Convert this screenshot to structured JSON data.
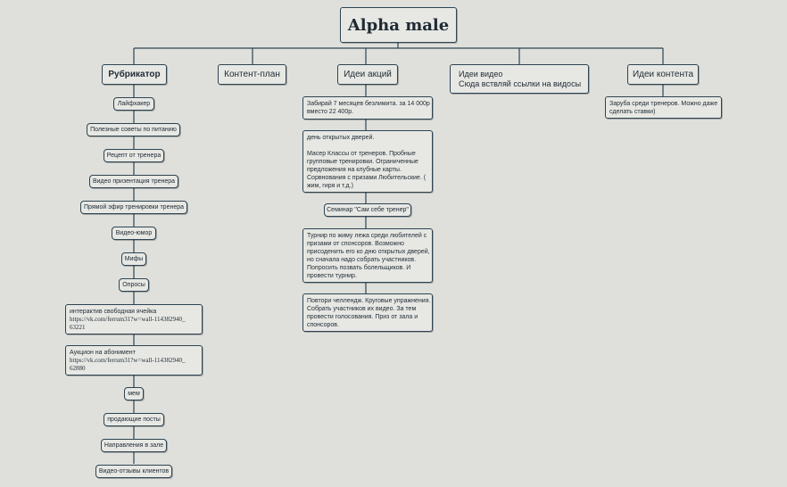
{
  "root": {
    "title": "Alpha male"
  },
  "branches": {
    "rubricator": {
      "label": "Рубрикатор"
    },
    "content_plan": {
      "label": "Контент-план"
    },
    "promo_ideas": {
      "label": "Идеи акций"
    },
    "video_ideas": {
      "line1": "Идеи видео",
      "line2": "Сюда вствляй ссылки на видосы"
    },
    "content_ideas": {
      "label": "Идеи контента"
    }
  },
  "rubricator_items": [
    "Лайфхакер",
    "Полезные советы по питанию",
    "Рецепт от тренера",
    "Видео призентация тренера",
    "Прямой эфир тренировки тренера",
    "Видео-юмор",
    "Мифы",
    "Опросы"
  ],
  "rubricator_links": [
    {
      "title": "интерактив свободная ячейка",
      "line2": "https://vk.com/ferrum31?w=wall-114382940_",
      "line3": "63221"
    },
    {
      "title": "Аукцион на абонимент",
      "line2": "https://vk.com/ferrum31?w=wall-114382940_",
      "line3": "62880"
    }
  ],
  "rubricator_items_bottom": [
    "мем",
    "продающие посты",
    "Направления в зале",
    "Видео-отзывы клиентов"
  ],
  "promo_items": {
    "p1": [
      "Забирай 7 месяцев безлимита. за 14 000р",
      "вместо 22 400р."
    ],
    "p2": [
      "день открытых дверей.",
      "",
      "Масер Классы от тренеров. Пробные",
      "групповые тренировки. Ограниченные",
      "предложения на клубные карты.",
      "Сорвнования с призами Любительские. (",
      "жим, гиря и т.д.)"
    ],
    "p3": "Семинар \"Сам себе тренер\"",
    "p4": [
      "Турнир по жиму лежа среди любителей с",
      "призами от спонсоров. Возможно",
      "присоденить его ко дню открытых дверей,",
      "но сначала надо собрать участников.",
      "Попросить позвать болельщиков. И",
      "провести турнир."
    ],
    "p5": [
      "Повтори челлендж. Круговые упражнения.",
      "Собрать участников их видео. За тем",
      "провести голосования. Приз от зала и",
      "спонсоров."
    ]
  },
  "content_ideas_items": {
    "c1": [
      "Заруба среди тренеров. Можно даже",
      "сделать ставки)"
    ]
  }
}
